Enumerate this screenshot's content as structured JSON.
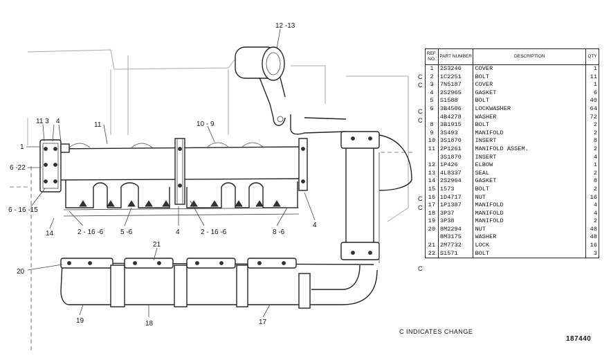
{
  "callouts": {
    "c12_13": "12 -13",
    "c11": "11",
    "c10_9": "10 - 9",
    "c11_3_4a": "11 3",
    "c4a": "4",
    "c1": "1",
    "c6_22": "6 -22",
    "c6_16_15": "6 - 16 -15",
    "c14": "14",
    "c2_16_6a": "2 - 16  -6",
    "c5_6": "5 -6",
    "c4b": "4",
    "c2_16_6b": "2 - 16  -6",
    "c8_6": "8 -6",
    "c4c": "4",
    "c21": "21",
    "c20": "20",
    "c19": "19",
    "c18": "18",
    "c17": "17"
  },
  "parts_table": {
    "headers": {
      "ref": "REF. NO.",
      "part": "PART NUMBER",
      "description": "DESCRIPTION",
      "qty": "QTY"
    },
    "rows": [
      {
        "ref": "1",
        "part": "2S3246",
        "desc": "COVER",
        "qty": "1",
        "change": false
      },
      {
        "ref": "2",
        "part": "1C2251",
        "desc": "BOLT",
        "qty": "11",
        "change": true
      },
      {
        "ref": "3",
        "part": "7N5187",
        "desc": "COVER",
        "qty": "1",
        "change": true
      },
      {
        "ref": "4",
        "part": "2S2965",
        "desc": "GASKET",
        "qty": "6",
        "change": false
      },
      {
        "ref": "5",
        "part": "S1588",
        "desc": "BOLT",
        "qty": "40",
        "change": false
      },
      {
        "ref": "6",
        "part": "3B4506",
        "desc": "LOCKWASHER",
        "qty": "64",
        "change": true
      },
      {
        "ref": "",
        "part": "4B4278",
        "desc": "WASHER",
        "qty": "72",
        "change": true
      },
      {
        "ref": "8",
        "part": "3B1915",
        "desc": "BOLT",
        "qty": "2",
        "change": false
      },
      {
        "ref": "9",
        "part": "3S493",
        "desc": "MANIFOLD",
        "qty": "2",
        "change": false
      },
      {
        "ref": "10",
        "part": "3S1870",
        "desc": "INSERT",
        "qty": "8",
        "change": false
      },
      {
        "ref": "11",
        "part": "2P1261",
        "desc": "MANIFOLD ASSEM.",
        "qty": "2",
        "change": false
      },
      {
        "ref": "",
        "part": "3S1870",
        "desc": "   INSERT",
        "qty": "4",
        "change": false
      },
      {
        "ref": "12",
        "part": "1P426",
        "desc": "ELBOW",
        "qty": "1",
        "change": false
      },
      {
        "ref": "13",
        "part": "4L8337",
        "desc": "SEAL",
        "qty": "2",
        "change": false
      },
      {
        "ref": "14",
        "part": "2S2964",
        "desc": "GASKET",
        "qty": "8",
        "change": false
      },
      {
        "ref": "15",
        "part": "1573",
        "desc": "BOLT",
        "qty": "2",
        "change": true
      },
      {
        "ref": "16",
        "part": "1D4717",
        "desc": "NUT",
        "qty": "16",
        "change": true
      },
      {
        "ref": "17",
        "part": "1P1387",
        "desc": "MANIFOLD",
        "qty": "4",
        "change": false
      },
      {
        "ref": "18",
        "part": "3P37",
        "desc": "MANIFOLD",
        "qty": "4",
        "change": false
      },
      {
        "ref": "19",
        "part": "3P38",
        "desc": "MANIFOLD",
        "qty": "2",
        "change": false
      },
      {
        "ref": "20",
        "part": "8M2294",
        "desc": "NUT",
        "qty": "48",
        "change": false
      },
      {
        "ref": "",
        "part": "8M3175",
        "desc": "WASHER",
        "qty": "48",
        "change": false
      },
      {
        "ref": "21",
        "part": "2M7732",
        "desc": "LOCK",
        "qty": "16",
        "change": false
      },
      {
        "ref": "22",
        "part": "S1571",
        "desc": "BOLT",
        "qty": "3",
        "change": true
      }
    ],
    "change_mark": "C"
  },
  "change_note": "C INDICATES CHANGE",
  "drawing_number": "187440"
}
